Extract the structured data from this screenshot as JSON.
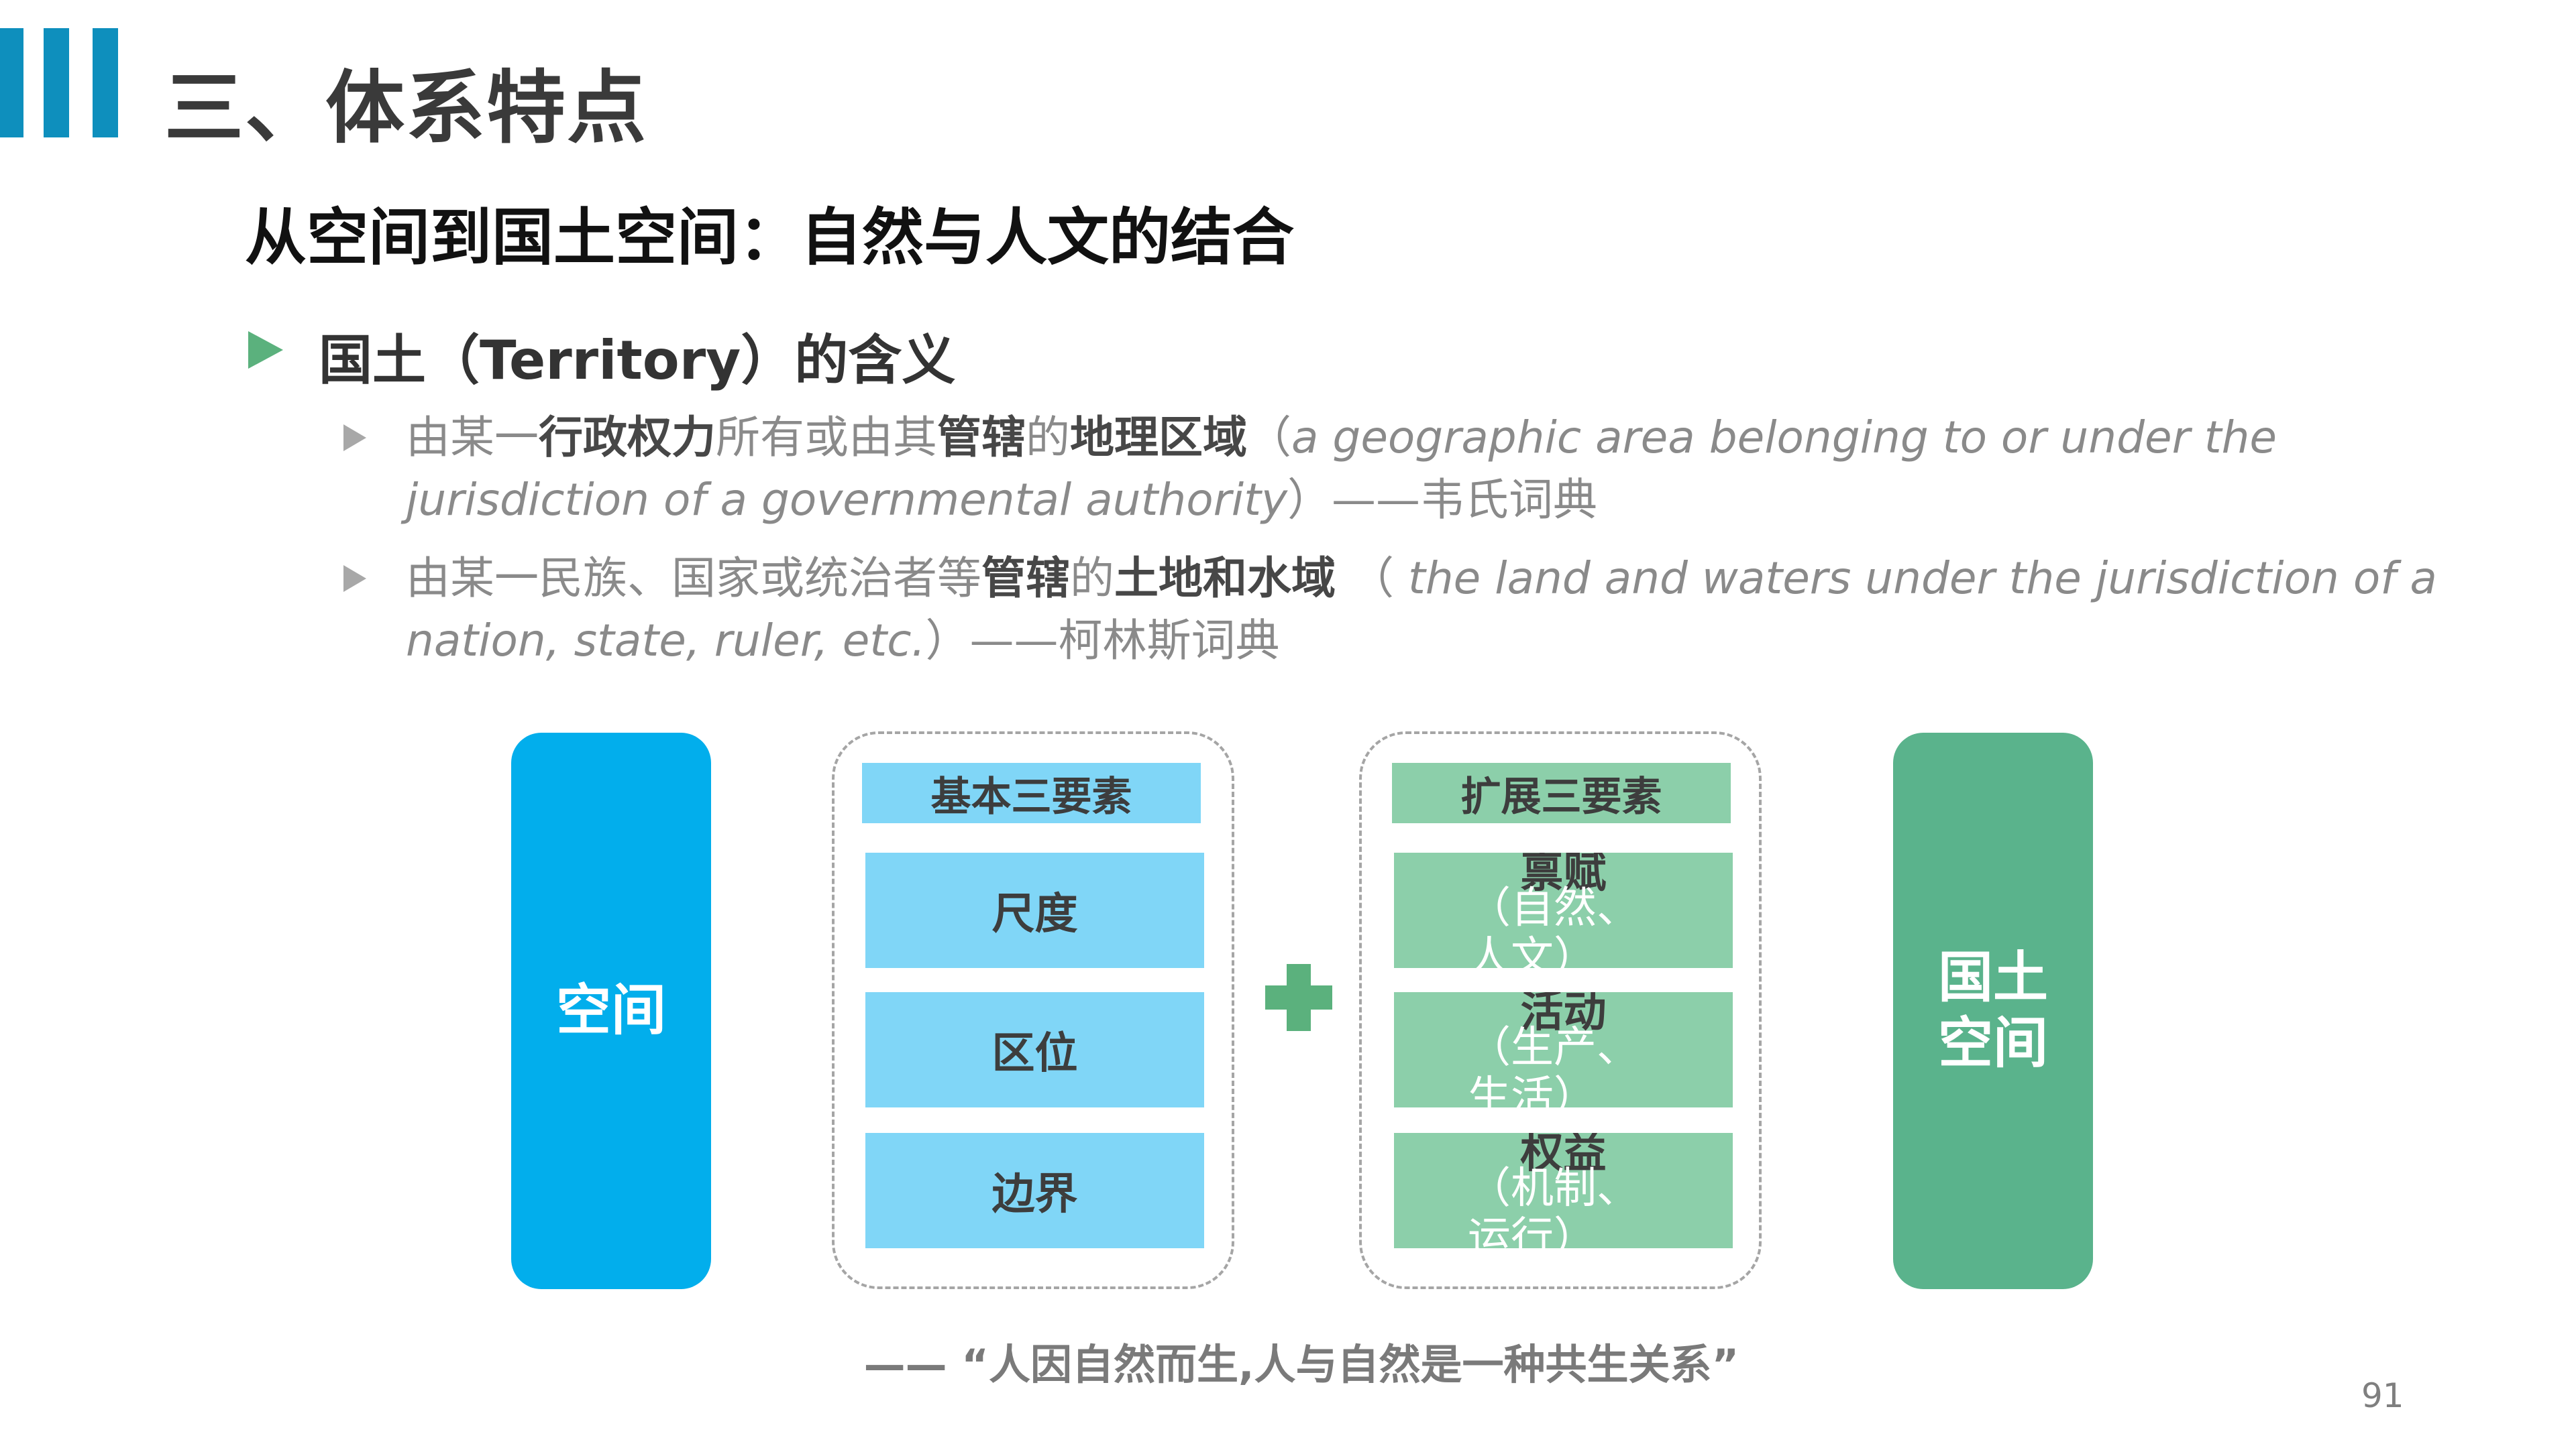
{
  "header": {
    "title": "三、体系特点"
  },
  "subtitle": "从空间到国土空间：自然与人文的结合",
  "heading": "国土（Territory）的含义",
  "definitions": [
    {
      "p1": "由某一",
      "b1": "行政权力",
      "p2": "所有或由其",
      "b2": "管辖",
      "p3": "的",
      "b3": "地理区域",
      "p4": "（",
      "en": "a geographic area belonging to or under the jurisdiction of a governmental authority",
      "p5": "）——韦氏词典"
    },
    {
      "p1": "由某一民族、国家或统治者等",
      "b1": "管辖",
      "p2": "的",
      "b2": "土地和水域",
      "p3": " （ ",
      "en": "the land and waters under the jurisdiction of a nation, state, ruler, etc.",
      "p4": "）——柯林斯词典"
    }
  ],
  "diagram": {
    "left_box": "空间",
    "basic": {
      "header": "基本三要素",
      "items": [
        "尺度",
        "区位",
        "边界"
      ]
    },
    "extended": {
      "header": "扩展三要素",
      "items": [
        {
          "name": "禀赋",
          "note": "（自然、人文）"
        },
        {
          "name": "活动",
          "note": "（生产、生活）"
        },
        {
          "name": "权益",
          "note": "（机制、运行）"
        }
      ]
    },
    "right_box": "国土空间"
  },
  "quote": "—— “人因自然而生,人与自然是一种共生关系”",
  "page_number": "91",
  "colors": {
    "accent_blue": "#0e8fbd",
    "space_blue": "#02aeec",
    "light_blue": "#80d6f7",
    "green": "#5ab38c",
    "light_green": "#8ccfaa",
    "plus_green": "#5bb17d"
  }
}
